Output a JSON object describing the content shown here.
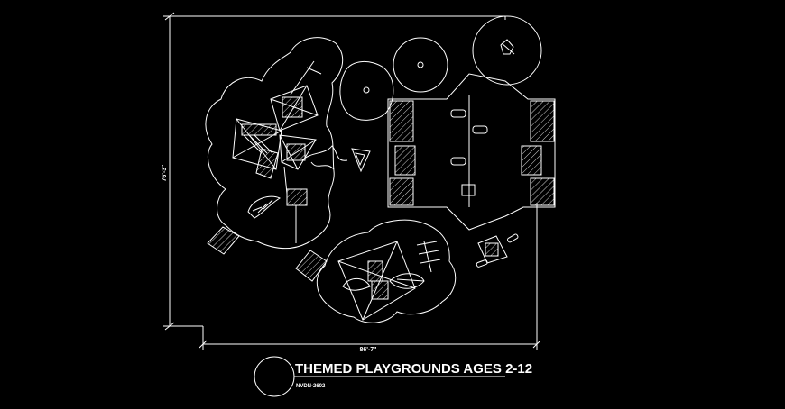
{
  "drawing": {
    "title": "THEMED PLAYGROUNDS AGES 2-12",
    "code": "NVDN-2602",
    "dim_height": "76'-3\"",
    "dim_width": "86'-7\""
  },
  "colors": {
    "background": "#000000",
    "linework": "#ffffff",
    "hatch": "#d8d8d8"
  }
}
